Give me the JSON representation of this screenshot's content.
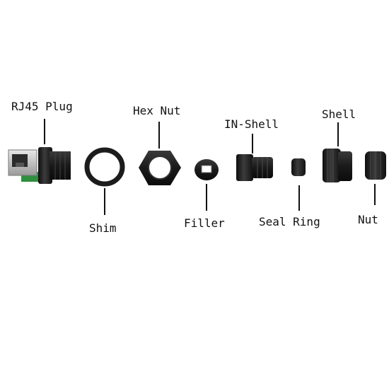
{
  "parts": [
    {
      "id": "rj45-plug",
      "label": "RJ45 Plug",
      "color": "#1a1a1a"
    },
    {
      "id": "shim",
      "label": "Shim",
      "color": "#1a1a1a"
    },
    {
      "id": "hex-nut",
      "label": "Hex Nut",
      "color": "#1f1f1f"
    },
    {
      "id": "filler",
      "label": "Filler",
      "color": "#1a1a1a"
    },
    {
      "id": "in-shell",
      "label": "IN-Shell",
      "color": "#1f1f1f"
    },
    {
      "id": "seal-ring",
      "label": "Seal Ring",
      "color": "#161616"
    },
    {
      "id": "shell",
      "label": "Shell",
      "color": "#1f1f1f"
    },
    {
      "id": "nut",
      "label": "Nut",
      "color": "#1f1f1f"
    }
  ],
  "colors": {
    "plastic": "#1c1c1c",
    "highlight": "#4a4a4a",
    "metal": "#c8c8c8",
    "pcb": "#2f8f3f"
  }
}
